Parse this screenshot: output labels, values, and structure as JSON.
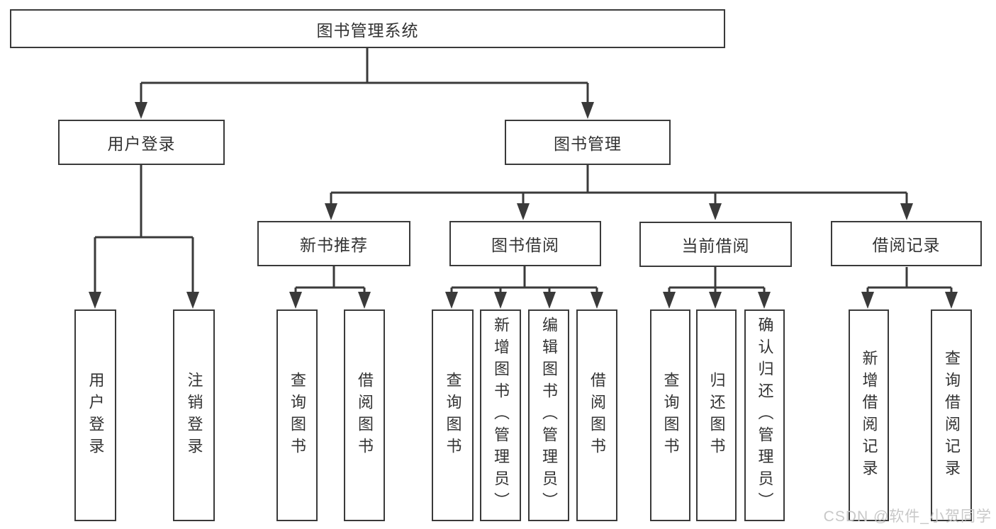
{
  "diagram": {
    "root": {
      "label": "图书管理系统"
    },
    "level2": [
      {
        "label": "用户登录"
      },
      {
        "label": "图书管理"
      }
    ],
    "level3": [
      {
        "label": "新书推荐"
      },
      {
        "label": "图书借阅"
      },
      {
        "label": "当前借阅"
      },
      {
        "label": "借阅记录"
      }
    ],
    "leaves": [
      {
        "label": "用户登录"
      },
      {
        "label": "注销登录"
      },
      {
        "label": "查询图书"
      },
      {
        "label": "借阅图书"
      },
      {
        "label": "查询图书"
      },
      {
        "label": "新增图书（管理员）"
      },
      {
        "label": "编辑图书（管理员）"
      },
      {
        "label": "借阅图书"
      },
      {
        "label": "查询图书"
      },
      {
        "label": "归还图书"
      },
      {
        "label": "确认归还（管理员）"
      },
      {
        "label": "新增借阅记录"
      },
      {
        "label": "查询借阅记录"
      }
    ]
  },
  "watermark": {
    "text": "CSDN @软件_小贺同学"
  },
  "colors": {
    "line": "#3a3a3a",
    "border": "#3a3a3a",
    "text": "#333333",
    "background": "#ffffff",
    "watermark": "#c8c8c8"
  }
}
